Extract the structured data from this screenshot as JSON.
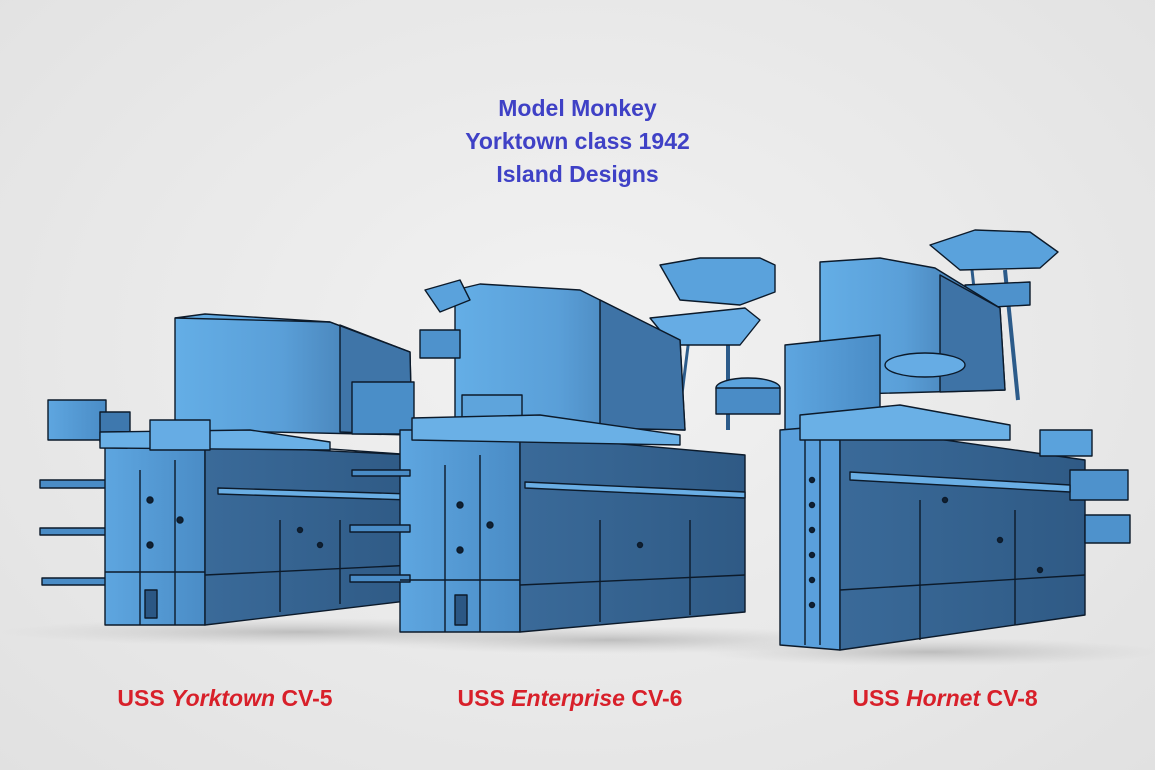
{
  "title": {
    "line1": "Model Monkey",
    "line2": "Yorktown class 1942",
    "line3": "Island Designs"
  },
  "captions": [
    {
      "prefix": "USS",
      "name": "Yorktown",
      "hull": "CV-5"
    },
    {
      "prefix": "USS",
      "name": "Enterprise",
      "hull": "CV-6"
    },
    {
      "prefix": "USS",
      "name": "Hornet",
      "hull": "CV-8"
    }
  ],
  "colors": {
    "title": "#3f41c6",
    "caption": "#d8202a",
    "model_light": "#5aa0dc",
    "model_mid": "#3f7fb8",
    "model_dark": "#2f5f8d",
    "background": "#e8e8e8"
  }
}
